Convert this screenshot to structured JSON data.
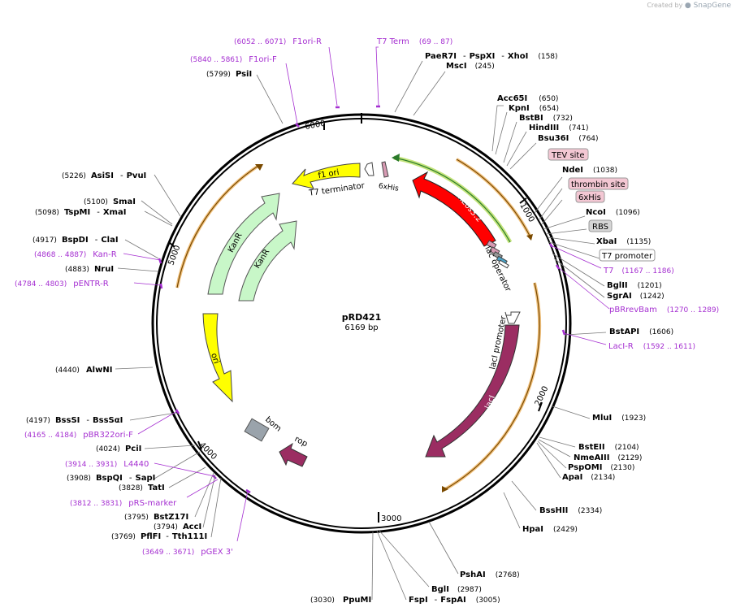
{
  "watermark": {
    "prefix": "Created by",
    "brand": "SnapGene"
  },
  "plasmid": {
    "name": "pRD421",
    "size": "6169 bp"
  },
  "ring_ticks": [
    "1000",
    "2000",
    "3000",
    "4000",
    "5000",
    "6000"
  ],
  "features": {
    "f1ori": "f1 ori",
    "t7term": "T7 terminator",
    "his": "6xHis",
    "meos": "mEos3.2",
    "lacop": "lac operator",
    "kanr1": "KanR",
    "kanr2": "KanR",
    "ori": "ori",
    "laci_prom": "lacI promoter",
    "laci": "lacI",
    "bom": "bom",
    "rop": "rop"
  },
  "sites": {
    "paer7i": "PaeR7I",
    "pspxi": "PspXI",
    "xhoi": "XhoI",
    "pos158": "(158)",
    "msci": "MscI",
    "pos245": "(245)",
    "acc65i": "Acc65I",
    "pos650": "(650)",
    "kpni": "KpnI",
    "pos654": "(654)",
    "bstbi": "BstBI",
    "pos732": "(732)",
    "hindiii": "HindIII",
    "pos741": "(741)",
    "bsu36i": "Bsu36I",
    "pos764": "(764)",
    "ndei": "NdeI",
    "pos1038": "(1038)",
    "ncoi": "NcoI",
    "pos1096": "(1096)",
    "xbai": "XbaI",
    "pos1135": "(1135)",
    "bglii": "BglII",
    "pos1201": "(1201)",
    "sgrai": "SgrAI",
    "pos1242": "(1242)",
    "bstapi": "BstAPI",
    "pos1606": "(1606)",
    "mlui": "MluI",
    "pos1923": "(1923)",
    "bsteii": "BstEII",
    "pos2104": "(2104)",
    "nmeaiii": "NmeAIII",
    "pos2129": "(2129)",
    "pspomi": "PspOMI",
    "pos2130": "(2130)",
    "apai": "ApaI",
    "pos2134": "(2134)",
    "bsshii": "BssHII",
    "pos2334": "(2334)",
    "hpai": "HpaI",
    "pos2429": "(2429)",
    "pshai": "PshAI",
    "pos2768": "(2768)",
    "bgli": "BglI",
    "pos2987": "(2987)",
    "fspi": "FspI",
    "fspai": "FspAI",
    "pos3005": "(3005)",
    "ppumi": "PpuMI",
    "pos3030": "(3030)",
    "pflfi": "PflFI",
    "tth111i": "Tth111I",
    "pos3769": "(3769)",
    "acci": "AccI",
    "pos3794": "(3794)",
    "bstz17i": "BstZ17I",
    "pos3795": "(3795)",
    "tati": "TatI",
    "pos3828": "(3828)",
    "bspqi": "BspQI",
    "sapi": "SapI",
    "pos3908": "(3908)",
    "pcii": "PciI",
    "pos4024": "(4024)",
    "bsssi": "BssSI",
    "bsssai": "BssSαI",
    "pos4197": "(4197)",
    "alwni": "AlwNI",
    "pos4440": "(4440)",
    "nrui": "NruI",
    "pos4883": "(4883)",
    "bspdi": "BspDI",
    "clai": "ClaI",
    "pos4917": "(4917)",
    "tspmi": "TspMI",
    "xmai": "XmaI",
    "pos5098": "(5098)",
    "smai": "SmaI",
    "pos5100": "(5100)",
    "asisi": "AsiSI",
    "pvui": "PvuI",
    "pos5226": "(5226)",
    "psii": "PsiI",
    "pos5799": "(5799)"
  },
  "primers": {
    "f1orir": "F1ori-R",
    "f1orir_pos": "(6052 .. 6071)",
    "f1orif": "F1ori-F",
    "f1orif_pos": "(5840 .. 5861)",
    "t7termp": "T7 Term",
    "t7termp_pos": "(69 .. 87)",
    "t7": "T7",
    "t7_pos": "(1167 .. 1186)",
    "pbrrevbam": "pBRrevBam",
    "pbrrevbam_pos": "(1270 .. 1289)",
    "lacir": "LacI-R",
    "lacir_pos": "(1592 .. 1611)",
    "kanr": "Kan-R",
    "kanr_pos": "(4868 .. 4887)",
    "pentrr": "pENTR-R",
    "pentrr_pos": "(4784 .. 4803)",
    "pbr322": "pBR322ori-F",
    "pbr322_pos": "(4165 .. 4184)",
    "l4440": "L4440",
    "l4440_pos": "(3914 .. 3931)",
    "prs": "pRS-marker",
    "prs_pos": "(3812 .. 3831)",
    "pgex": "pGEX 3'",
    "pgex_pos": "(3649 .. 3671)"
  },
  "boxed_labels": {
    "tev": "TEV site",
    "thrombin": "thrombin site",
    "his": "6xHis",
    "rbs": "RBS",
    "t7prom": "T7 promoter"
  },
  "colors": {
    "primer": "#a52fd1",
    "feature_pink": "#f3c7d3",
    "rbs_gray": "#d5d5d5",
    "meos": "#ff0000",
    "f1ori": "#ffff00",
    "kanr": "#c8f7c8",
    "laci": "#9b2d62",
    "rop": "#9b2d62",
    "bom": "#9aa3ab",
    "orange_arc": "#e79a2a"
  }
}
